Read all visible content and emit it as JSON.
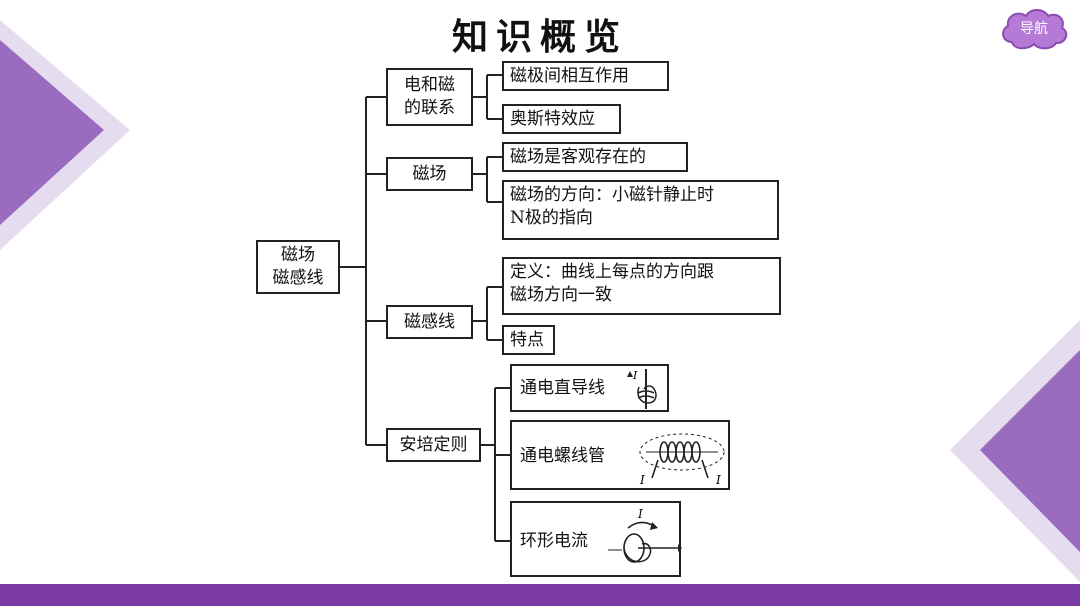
{
  "page": {
    "title": "知识概览"
  },
  "nav": {
    "label": "导航"
  },
  "root": {
    "label": "磁场\n磁感线"
  },
  "branches": [
    {
      "label": "电和磁\n的联系",
      "children": [
        "磁极间相互作用",
        "奥斯特效应"
      ]
    },
    {
      "label": "磁场",
      "children": [
        "磁场是客观存在的",
        "磁场的方向：小磁针静止时\nN极的指向"
      ]
    },
    {
      "label": "磁感线",
      "children": [
        "定义：曲线上每点的方向跟\n磁场方向一致",
        "特点"
      ]
    },
    {
      "label": "安培定则",
      "children": [
        "通电直导线",
        "通电螺线管",
        "环形电流"
      ]
    }
  ],
  "illustration_labels": {
    "current_symbol": "I"
  },
  "colors": {
    "accent": "#7a3aa6",
    "accent_light": "#c9b3dc",
    "nav_cloud": "#b57ad6"
  }
}
